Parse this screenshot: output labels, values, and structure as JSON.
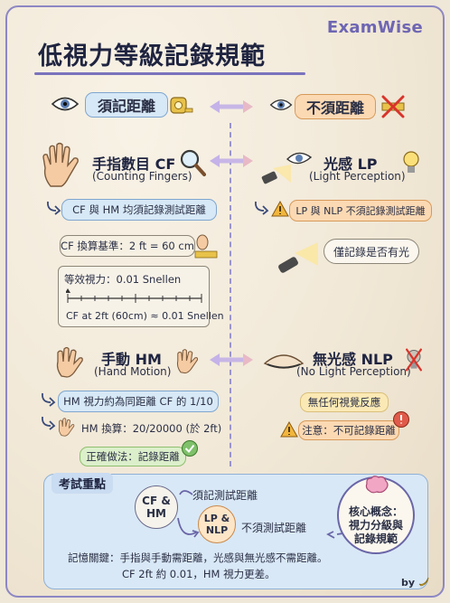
{
  "brand": "ExamWise",
  "title": "低視力等級記錄規範",
  "left_header": "須記距離",
  "right_header": "不須距離",
  "cf": {
    "heading": "手指數目 CF",
    "sub": "(Counting Fingers)",
    "note": "CF 與 HM 均須記錄測試距離",
    "convert": "CF 換算基準：2 ft = 60 cm",
    "equiv_title": "等效視力：0.01 Snellen",
    "scale_caption": "CF at 2ft (60cm) ≈ 0.01 Snellen"
  },
  "lp": {
    "heading": "光感 LP",
    "sub": "(Light Perception)",
    "warning": "LP 與 NLP 不須記錄測試距離",
    "bubble": "僅記錄是否有光"
  },
  "hm": {
    "heading": "手動 HM",
    "sub": "(Hand Motion)",
    "note": "HM 視力約為同距離 CF 的 1/10",
    "convert": "HM 換算：20/20000 (於 2ft)",
    "correct": "正確做法：記錄距離"
  },
  "nlp": {
    "heading": "無光感 NLP",
    "sub": "(No Light Perception)",
    "note": "無任何視覺反應",
    "warning": "注意：不可記錄距離"
  },
  "exam": {
    "label": "考試重點",
    "cf_hm": "CF &\nHM",
    "lp_nlp": "LP &\nNLP",
    "record_label": "須記測試距離",
    "norecord_label": "不須測試距離",
    "core": "核心概念：\n視力分級與\n記錄規範",
    "memory_line1": "記憶關鍵：手指與手動需距離，光感與無光感不需距離。",
    "memory_line2": "CF 2ft 約 0.01，HM 視力更差。"
  },
  "signature": "by"
}
